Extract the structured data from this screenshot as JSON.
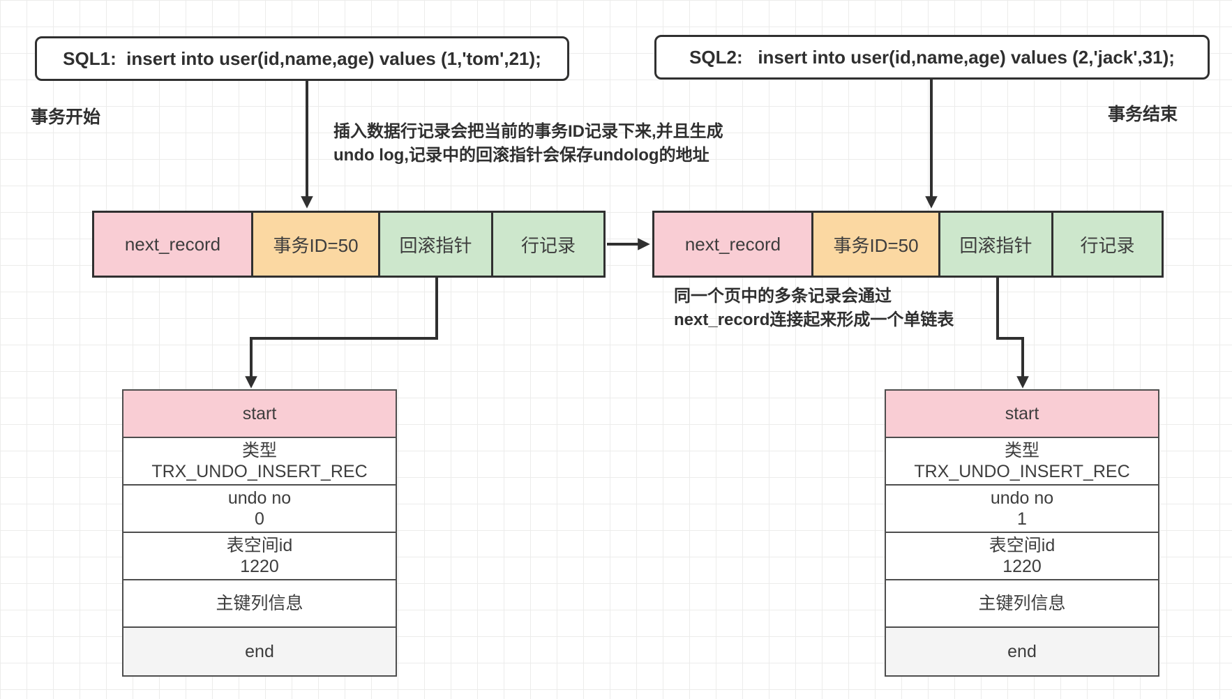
{
  "colors": {
    "pink": "#f9cdd4",
    "orange": "#fbd8a2",
    "green": "#cde7cc",
    "gray": "#f4f4f4",
    "line": "#303030",
    "tborder": "#4d4d4d",
    "text": "#2f2f2f",
    "grid": "#ececeb"
  },
  "sql_boxes": [
    {
      "label": "SQL1:  insert into user(id,name,age) values (1,'tom',21);"
    },
    {
      "label": "SQL2:   insert into user(id,name,age) values (2,'jack',31);"
    }
  ],
  "labels": {
    "txn_start": "事务开始",
    "txn_end": "事务结束"
  },
  "annotations": {
    "undo_note": [
      "插入数据行记录会把当前的事务ID记录下来,并且生成",
      "undo log,记录中的回滚指针会保存undolog的地址"
    ],
    "chain_note": [
      "同一个页中的多条记录会通过",
      "next_record连接起来形成一个单链表"
    ]
  },
  "record_rows": [
    {
      "cells": [
        {
          "label": "next_record",
          "color": "pink"
        },
        {
          "label": "事务ID=50",
          "color": "orange"
        },
        {
          "label": "回滚指针",
          "color": "green"
        },
        {
          "label": "行记录",
          "color": "green"
        }
      ]
    },
    {
      "cells": [
        {
          "label": "next_record",
          "color": "pink"
        },
        {
          "label": "事务ID=50",
          "color": "orange"
        },
        {
          "label": "回滚指针",
          "color": "green"
        },
        {
          "label": "行记录",
          "color": "green"
        }
      ]
    }
  ],
  "undo_tables": [
    {
      "rows": [
        {
          "l1": "start",
          "l2": "",
          "bg": "pink"
        },
        {
          "l1": "类型",
          "l2": "TRX_UNDO_INSERT_REC",
          "bg": "white"
        },
        {
          "l1": "undo no",
          "l2": "0",
          "bg": "white"
        },
        {
          "l1": "表空间id",
          "l2": "1220",
          "bg": "white"
        },
        {
          "l1": "主键列信息",
          "l2": "",
          "bg": "white"
        },
        {
          "l1": "end",
          "l2": "",
          "bg": "gray"
        }
      ]
    },
    {
      "rows": [
        {
          "l1": "start",
          "l2": "",
          "bg": "pink"
        },
        {
          "l1": "类型",
          "l2": "TRX_UNDO_INSERT_REC",
          "bg": "white"
        },
        {
          "l1": "undo no",
          "l2": "1",
          "bg": "white"
        },
        {
          "l1": "表空间id",
          "l2": "1220",
          "bg": "white"
        },
        {
          "l1": "主键列信息",
          "l2": "",
          "bg": "white"
        },
        {
          "l1": "end",
          "l2": "",
          "bg": "gray"
        }
      ]
    }
  ]
}
